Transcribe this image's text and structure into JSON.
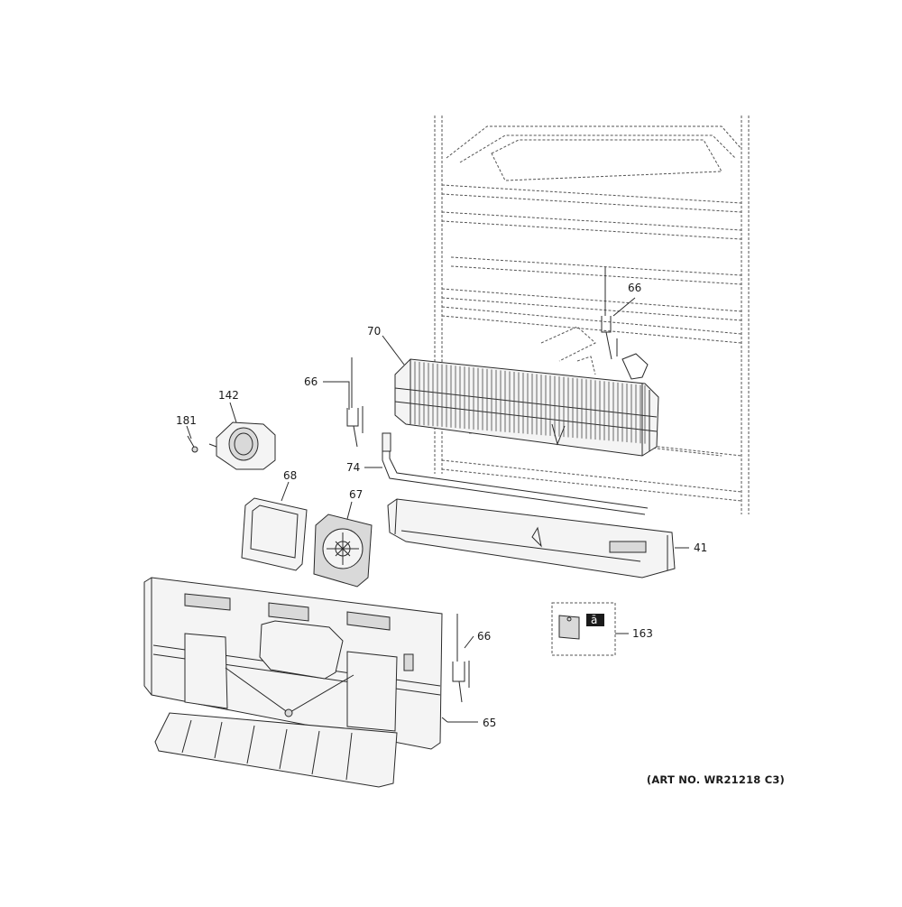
{
  "callouts": {
    "p66_top": "66",
    "p70": "70",
    "p66_left": "66",
    "p142": "142",
    "p181": "181",
    "p74": "74",
    "p68": "68",
    "p67": "67",
    "p41": "41",
    "p163": "163",
    "p66_bottom": "66",
    "p65": "65"
  },
  "art_number": "(ART NO. WR21218 C3)"
}
